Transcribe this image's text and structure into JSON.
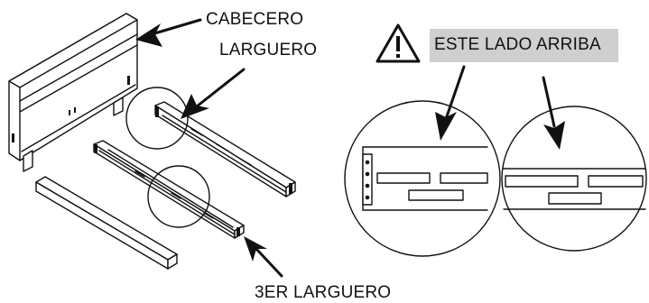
{
  "labels": {
    "headboard": "CABECERO",
    "side_rail": "LARGUERO",
    "third_rail": "3ER LARGUERO",
    "this_side_up": "ESTE LADO ARRIBA"
  },
  "icons": {
    "warning": "warning-triangle-icon"
  },
  "colors": {
    "line": "#111111",
    "label_box": "#cfcfcf",
    "background": "#ffffff"
  }
}
